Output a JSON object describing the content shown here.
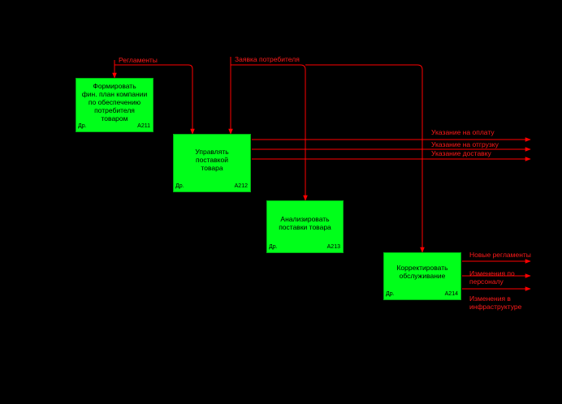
{
  "colors": {
    "background": "#000000",
    "box_fill": "#00ff1a",
    "box_border": "#00b012",
    "arrow": "#ff0000",
    "label": "#ff1a1a"
  },
  "inputs": {
    "reglamenty": "Регламенты",
    "zayavka": "Заявка потребителя"
  },
  "boxes": [
    {
      "title": "Формировать\nфин. план компании\nпо обеспечению\nпотребителя\nтоваром",
      "tag": "Др.",
      "code": "A211"
    },
    {
      "title": "Управлять\nпоставкой\nтовара",
      "tag": "Др.",
      "code": "A212"
    },
    {
      "title": "Анализировать\nпоставки товара",
      "tag": "Др.",
      "code": "A213"
    },
    {
      "title": "Корректировать\nобслуживание",
      "tag": "Др.",
      "code": "A214"
    }
  ],
  "outputs": {
    "a212": [
      "Указание на оплату",
      "Указание на отгрузку",
      "Указание доставку"
    ],
    "a214": [
      "Новые регламенты",
      "Изменения по\nперсоналу",
      "Изменения в\nинфраструктуре"
    ]
  }
}
